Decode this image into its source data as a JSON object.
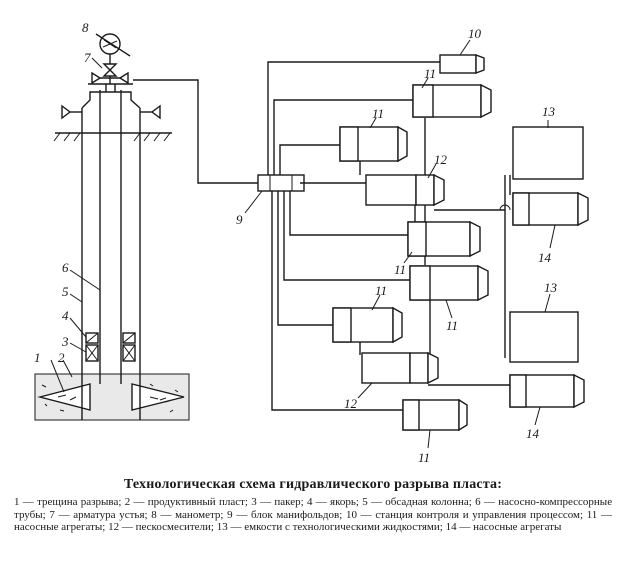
{
  "figure": {
    "labels": {
      "fracture": "1",
      "productive_layer": "2",
      "packer": "3",
      "anchor": "4",
      "casing": "5",
      "tubing": "6",
      "wellhead": "7",
      "manometer": "8",
      "manifold_block": "9",
      "control_station": "10",
      "pump_unit": "11",
      "sand_mixer": "12",
      "fluid_tank": "13",
      "tank_pump": "14"
    }
  },
  "caption": {
    "title": "Технологическая схема гидравлического разрыва пласта:",
    "legend": [
      "1 — трещина разрыва;",
      "2 — продуктивный пласт;",
      "3 — пакер;",
      "4 — якорь;",
      "5 — обсадная колонна;",
      "6 — насосно-компрессорные трубы;",
      "7 — арматура устья;",
      "8 — манометр;",
      "9 — блок манифольдов;",
      "10 — станция контроля и управления процессом;",
      "11 — насосные агрегаты;",
      "12 — пескосмесители;",
      "13 — емкости с технологическими жидкостями;",
      "14 — насосные агрегаты"
    ]
  }
}
